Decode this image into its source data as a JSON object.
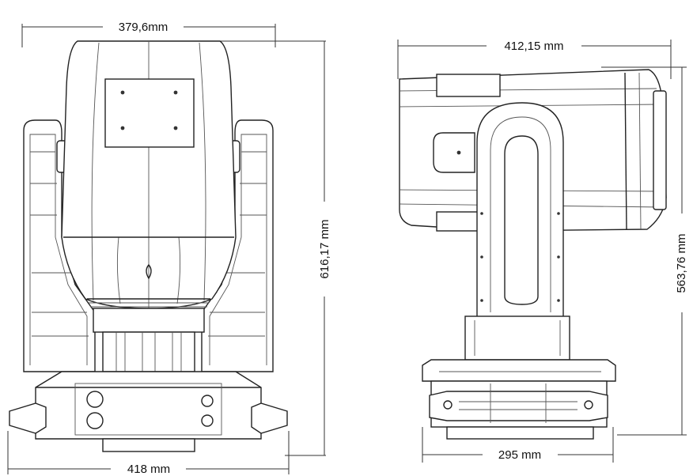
{
  "front_view": {
    "top_width": "379,6mm",
    "height": "616,17 mm",
    "base_width": "418 mm"
  },
  "side_view": {
    "top_width": "412,15 mm",
    "height": "563,76 mm",
    "base_width": "295 mm"
  }
}
